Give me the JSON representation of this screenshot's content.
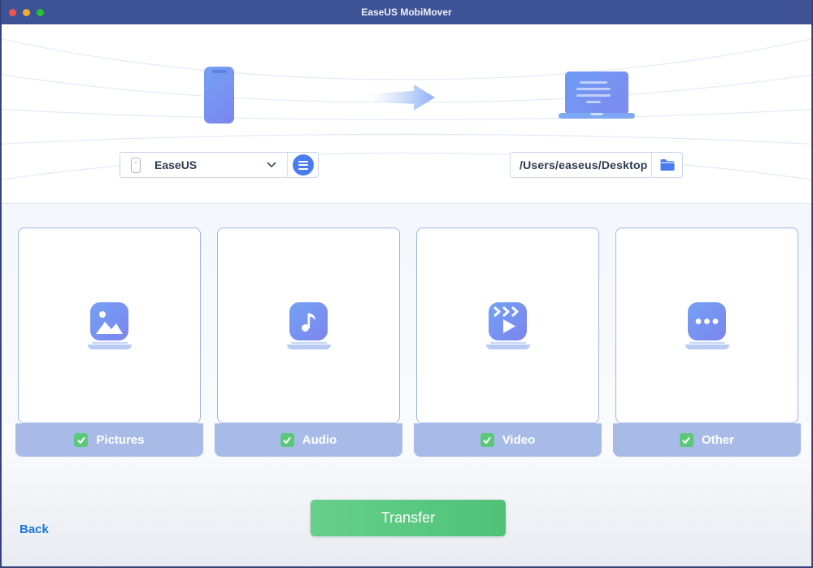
{
  "window": {
    "title": "EaseUS MobiMover"
  },
  "source_panel": {
    "device_label": "EaseUS",
    "icons": [
      "smartphone-illustration",
      "mini-phone-icon",
      "chevron-down-icon",
      "hamburger-menu-icon"
    ]
  },
  "destination_panel": {
    "path": "/Users/easeus/Desktop",
    "icons": [
      "laptop-illustration",
      "folder-icon"
    ]
  },
  "transfer_arrow_icon": "arrow-right-icon",
  "categories": [
    {
      "label": "Pictures",
      "checked": true,
      "icon": "pictures-icon"
    },
    {
      "label": "Audio",
      "checked": true,
      "icon": "audio-icon"
    },
    {
      "label": "Video",
      "checked": true,
      "icon": "video-icon"
    },
    {
      "label": "Other",
      "checked": true,
      "icon": "other-icon"
    }
  ],
  "actions": {
    "back": "Back",
    "transfer": "Transfer"
  },
  "colors": {
    "titlebar": "#3e5296",
    "accent_blue": "#4a7cf0",
    "card_border": "#9db7e8",
    "card_footer": "#a8bbe8",
    "checkbox_green": "#5cc87c",
    "transfer_green": "#4fc278",
    "link_blue": "#1677e0"
  }
}
